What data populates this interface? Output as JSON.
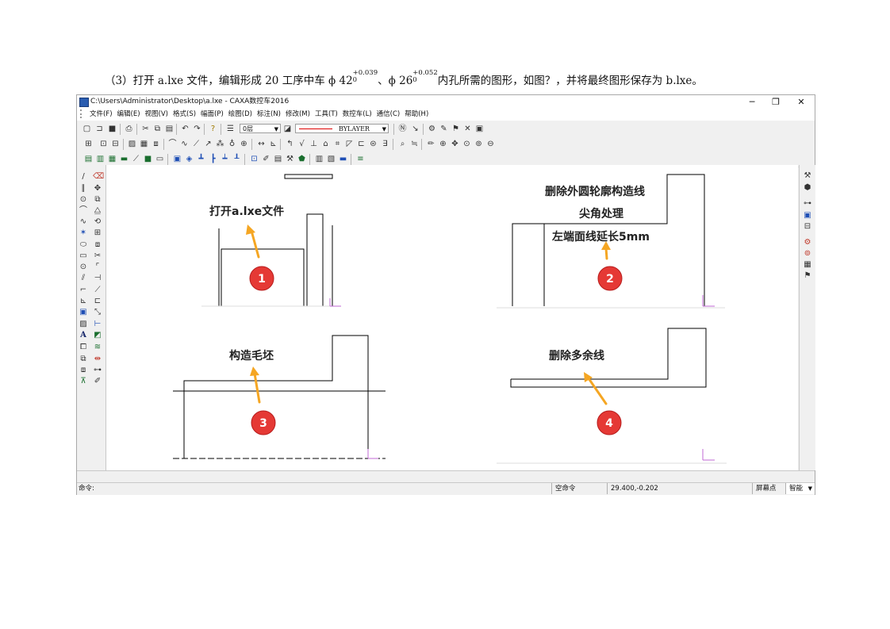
{
  "instruction": {
    "prefix": "（3）打开 a.lxe 文件，编辑形成 20 工序中车 ϕ 42",
    "tol1_upper": "+0.039",
    "tol1_lower": "0",
    "middle": "、ϕ 26",
    "tol2_upper": "+0.052",
    "tol2_lower": "0",
    "suffix": "内孔所需的图形，如图？，并将最终图形保存为 b.lxe。"
  },
  "window": {
    "title": "C:\\Users\\Administrator\\Desktop\\a.lxe - CAXA数控车2016",
    "minimize": "─",
    "maximize": "❐",
    "close": "✕"
  },
  "menu": [
    "文件(F)",
    "编辑(E)",
    "视图(V)",
    "格式(S)",
    "幅面(P)",
    "绘图(D)",
    "标注(N)",
    "修改(M)",
    "工具(T)",
    "数控车(L)",
    "通信(C)",
    "帮助(H)"
  ],
  "toolbar": {
    "layer_value": "0层",
    "linetype_value": "BYLAYER"
  },
  "annotations": {
    "step1_label": "打开a.lxe文件",
    "step2_line1": "删除外圆轮廓构造线",
    "step2_line2": "尖角处理",
    "step2_line3": "左端面线延长5mm",
    "step3_label": "构造毛坯",
    "step4_label": "删除多余线",
    "badge1": "1",
    "badge2": "2",
    "badge3": "3",
    "badge4": "4"
  },
  "colors": {
    "badge_red": "#e53935",
    "arrow_orange": "#f5a623",
    "axis_purple": "#c06ad6"
  },
  "status": {
    "command_label": "命令:",
    "empty_command": "空命令",
    "coordinates": "29.400,-0.202",
    "snap_label": "屏幕点",
    "snap_mode": "智能"
  }
}
